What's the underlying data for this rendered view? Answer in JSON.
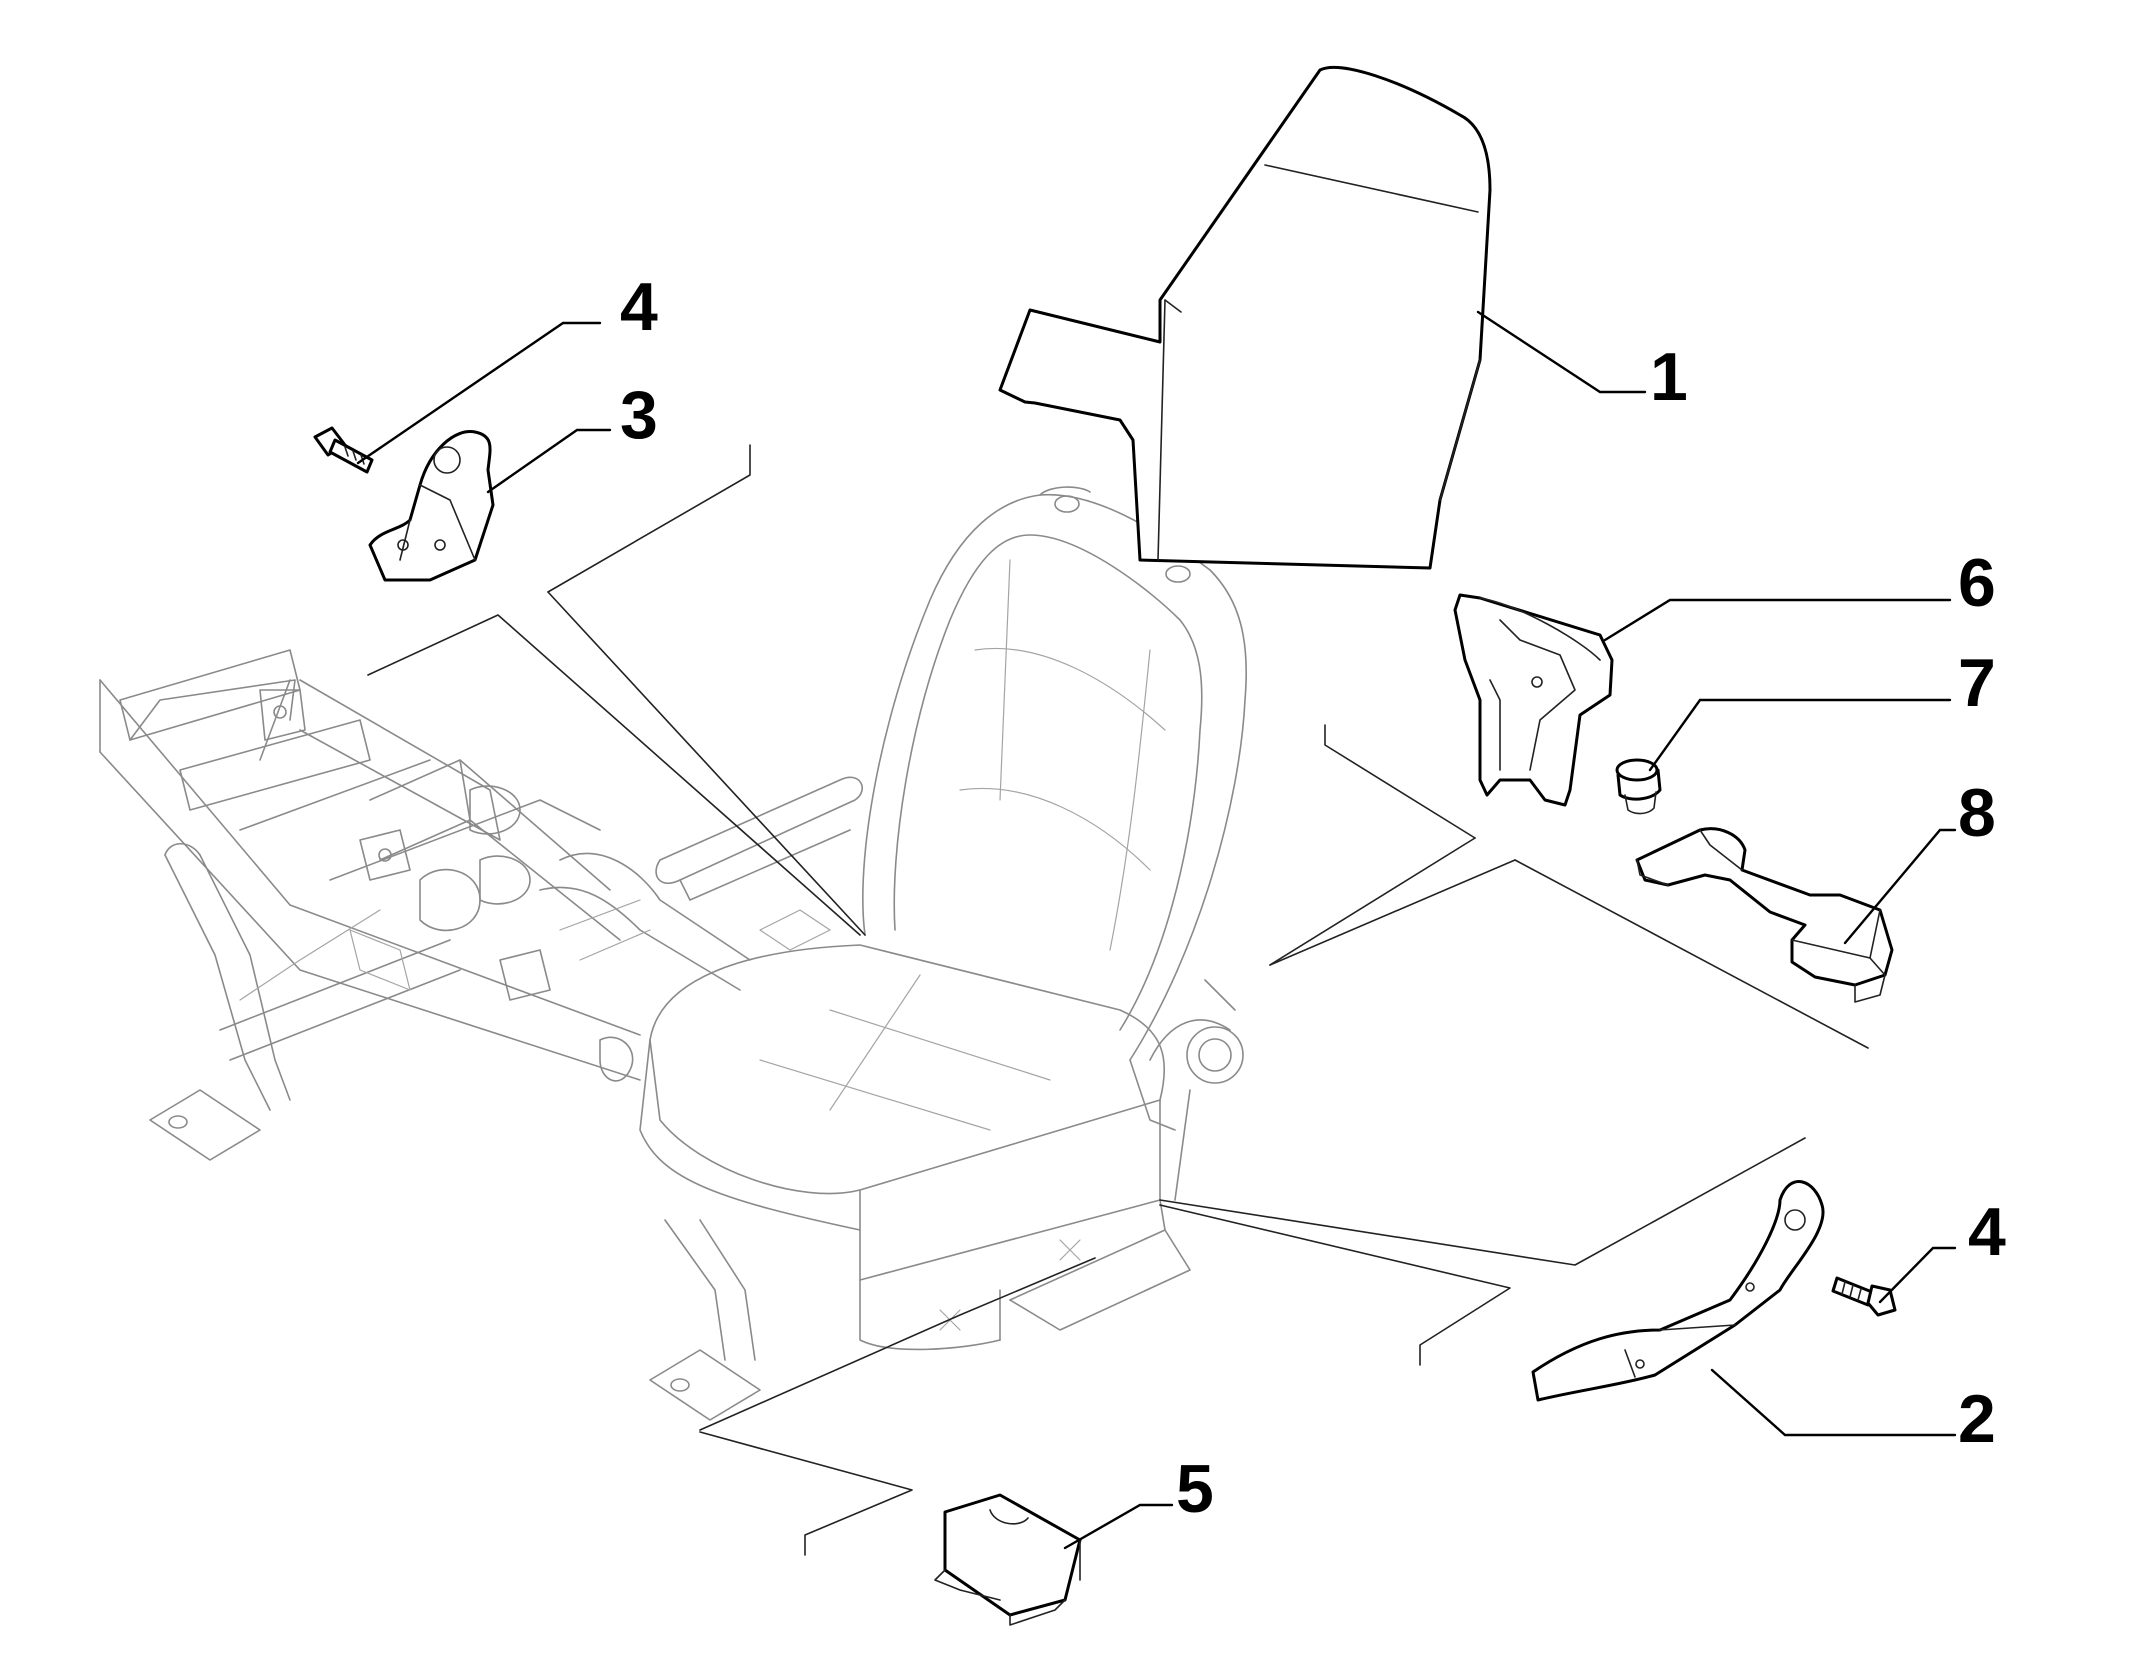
{
  "diagram": {
    "callouts": [
      {
        "id": "1",
        "label": "1"
      },
      {
        "id": "2",
        "label": "2"
      },
      {
        "id": "3",
        "label": "3"
      },
      {
        "id": "4a",
        "label": "4"
      },
      {
        "id": "4b",
        "label": "4"
      },
      {
        "id": "5",
        "label": "5"
      },
      {
        "id": "6",
        "label": "6"
      },
      {
        "id": "7",
        "label": "7"
      },
      {
        "id": "8",
        "label": "8"
      }
    ]
  }
}
